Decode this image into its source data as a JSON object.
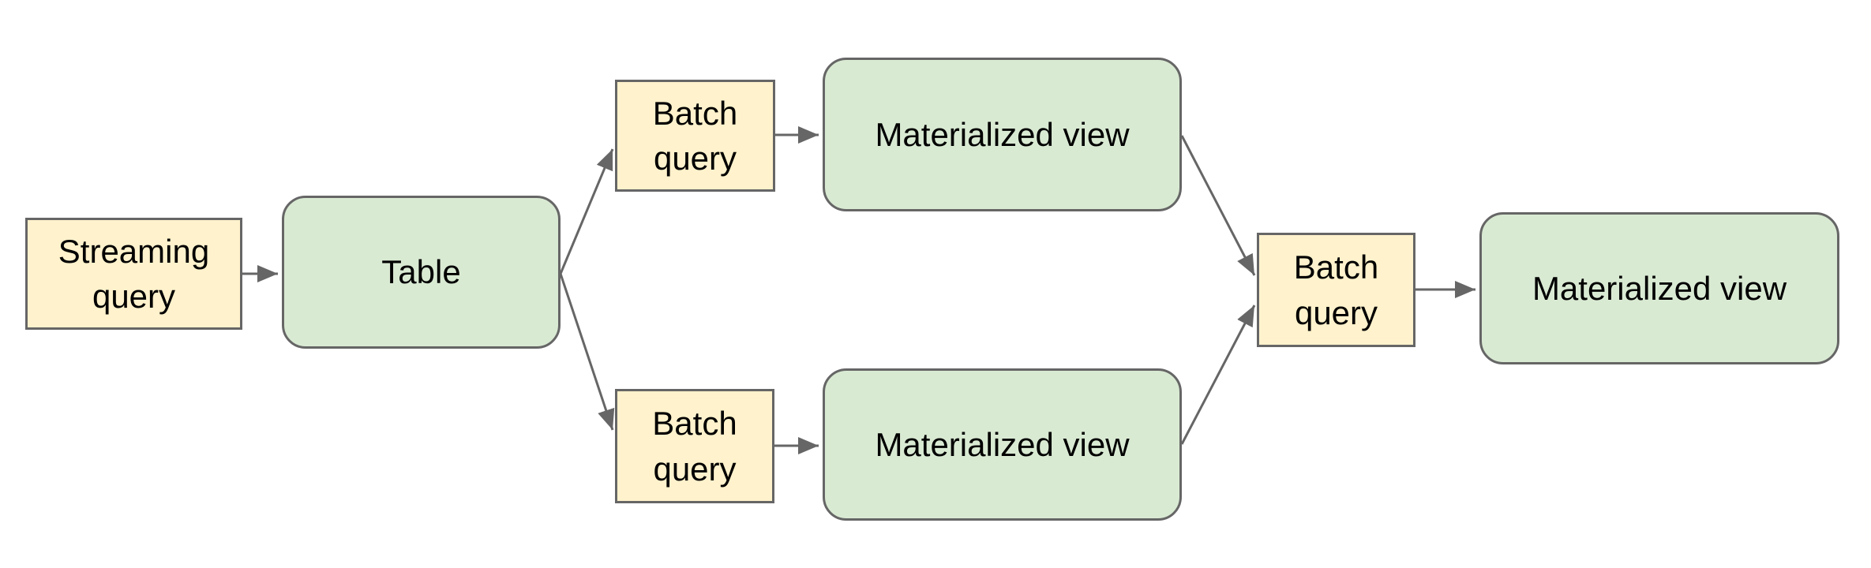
{
  "diagram": {
    "title": "",
    "background_color": "#ffffff",
    "colors": {
      "query_node_fill": "#fff2cc",
      "store_node_fill": "#d9ead3",
      "node_border": "#666666",
      "arrow": "#666666",
      "text": "#000000"
    },
    "nodes": [
      {
        "id": "streaming-query",
        "label": "Streaming query",
        "shape": "rectangle",
        "fill": "#fff2cc"
      },
      {
        "id": "table",
        "label": "Table",
        "shape": "rounded-rectangle",
        "fill": "#d9ead3"
      },
      {
        "id": "batch-query-top",
        "label": "Batch query",
        "shape": "rectangle",
        "fill": "#fff2cc"
      },
      {
        "id": "materialized-view-top",
        "label": "Materialized view",
        "shape": "rounded-rectangle",
        "fill": "#d9ead3"
      },
      {
        "id": "batch-query-bottom",
        "label": "Batch query",
        "shape": "rectangle",
        "fill": "#fff2cc"
      },
      {
        "id": "materialized-view-bottom",
        "label": "Materialized view",
        "shape": "rounded-rectangle",
        "fill": "#d9ead3"
      },
      {
        "id": "batch-query-right",
        "label": "Batch query",
        "shape": "rectangle",
        "fill": "#fff2cc"
      },
      {
        "id": "materialized-view-right",
        "label": "Materialized view",
        "shape": "rounded-rectangle",
        "fill": "#d9ead3"
      }
    ],
    "edges": [
      {
        "from": "streaming-query",
        "to": "table"
      },
      {
        "from": "table",
        "to": "batch-query-top"
      },
      {
        "from": "table",
        "to": "batch-query-bottom"
      },
      {
        "from": "batch-query-top",
        "to": "materialized-view-top"
      },
      {
        "from": "batch-query-bottom",
        "to": "materialized-view-bottom"
      },
      {
        "from": "materialized-view-top",
        "to": "batch-query-right"
      },
      {
        "from": "materialized-view-bottom",
        "to": "batch-query-right"
      },
      {
        "from": "batch-query-right",
        "to": "materialized-view-right"
      }
    ]
  }
}
